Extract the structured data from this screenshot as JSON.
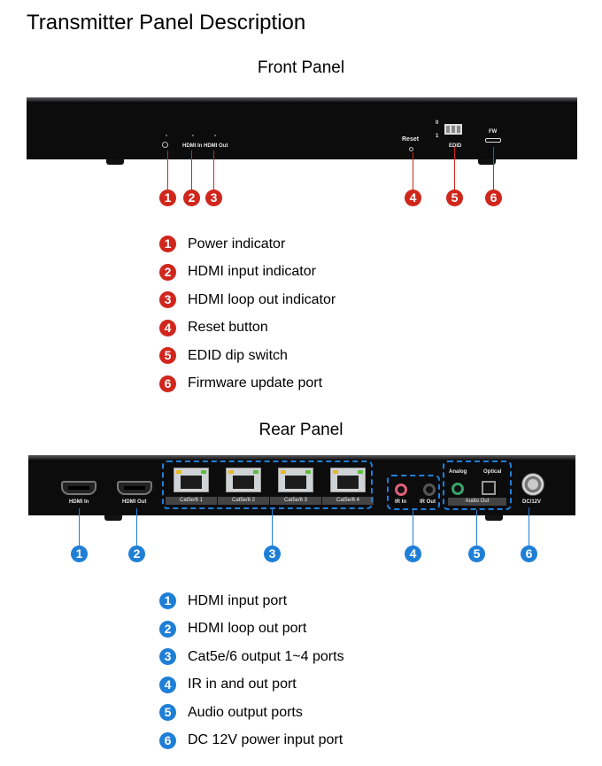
{
  "title": "Transmitter Panel Description",
  "front": {
    "heading": "Front Panel",
    "labels": {
      "hdmi_in": "HDMI In",
      "hdmi_out": "HDMI Out",
      "reset": "Reset",
      "edid": "EDID",
      "dip_0": "0",
      "dip_1": "1",
      "fw": "FW"
    },
    "items": [
      {
        "num": "1",
        "label": "Power indicator"
      },
      {
        "num": "2",
        "label": "HDMI input indicator"
      },
      {
        "num": "3",
        "label": "HDMI loop out indicator"
      },
      {
        "num": "4",
        "label": "Reset button"
      },
      {
        "num": "5",
        "label": "EDID dip switch"
      },
      {
        "num": "6",
        "label": "Firmware update port"
      }
    ]
  },
  "rear": {
    "heading": "Rear Panel",
    "labels": {
      "hdmi_in": "HDMI In",
      "hdmi_out": "HDMI Out",
      "cat1": "Cat5e/6 1",
      "cat2": "Cat5e/6 2",
      "cat3": "Cat5e/6 3",
      "cat4": "Cat5e/6 4",
      "ir_in": "IR In",
      "ir_out": "IR Out",
      "analog": "Analog",
      "optical": "Optical",
      "audio_out": "Audio Out",
      "dc": "DC/12V"
    },
    "items": [
      {
        "num": "1",
        "label": "HDMI input port"
      },
      {
        "num": "2",
        "label": "HDMI loop out port"
      },
      {
        "num": "3",
        "label": "Cat5e/6 output 1~4 ports"
      },
      {
        "num": "4",
        "label": "IR in and out port"
      },
      {
        "num": "5",
        "label": "Audio output ports"
      },
      {
        "num": "6",
        "label": "DC 12V power input port"
      }
    ]
  },
  "colors": {
    "front_accent": "#d0261c",
    "rear_accent": "#1f7fd6",
    "device_body": "#0c0c0d"
  }
}
